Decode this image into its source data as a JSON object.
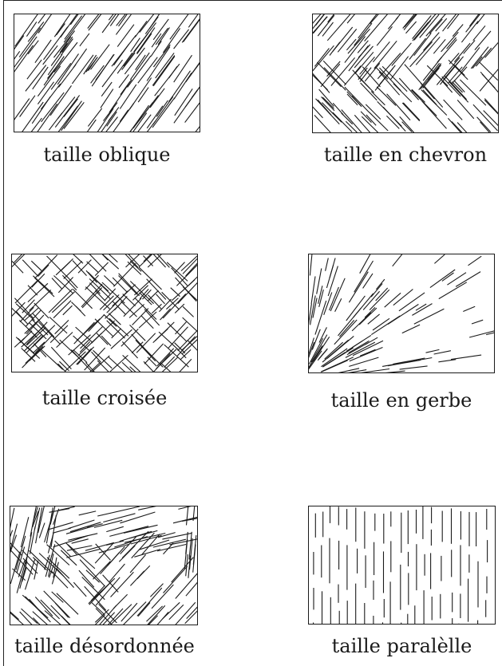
{
  "figure": {
    "panels": [
      {
        "id": "oblique",
        "caption": "taille oblique"
      },
      {
        "id": "chevron",
        "caption": "taille en chevron"
      },
      {
        "id": "croisee",
        "caption": "taille croisée"
      },
      {
        "id": "gerbe",
        "caption": "taille en gerbe"
      },
      {
        "id": "desordonnee",
        "caption": "taille désordonnée"
      },
      {
        "id": "parallele",
        "caption": "taille paralèlle"
      }
    ],
    "stroke_color": "#1a1a1a"
  }
}
